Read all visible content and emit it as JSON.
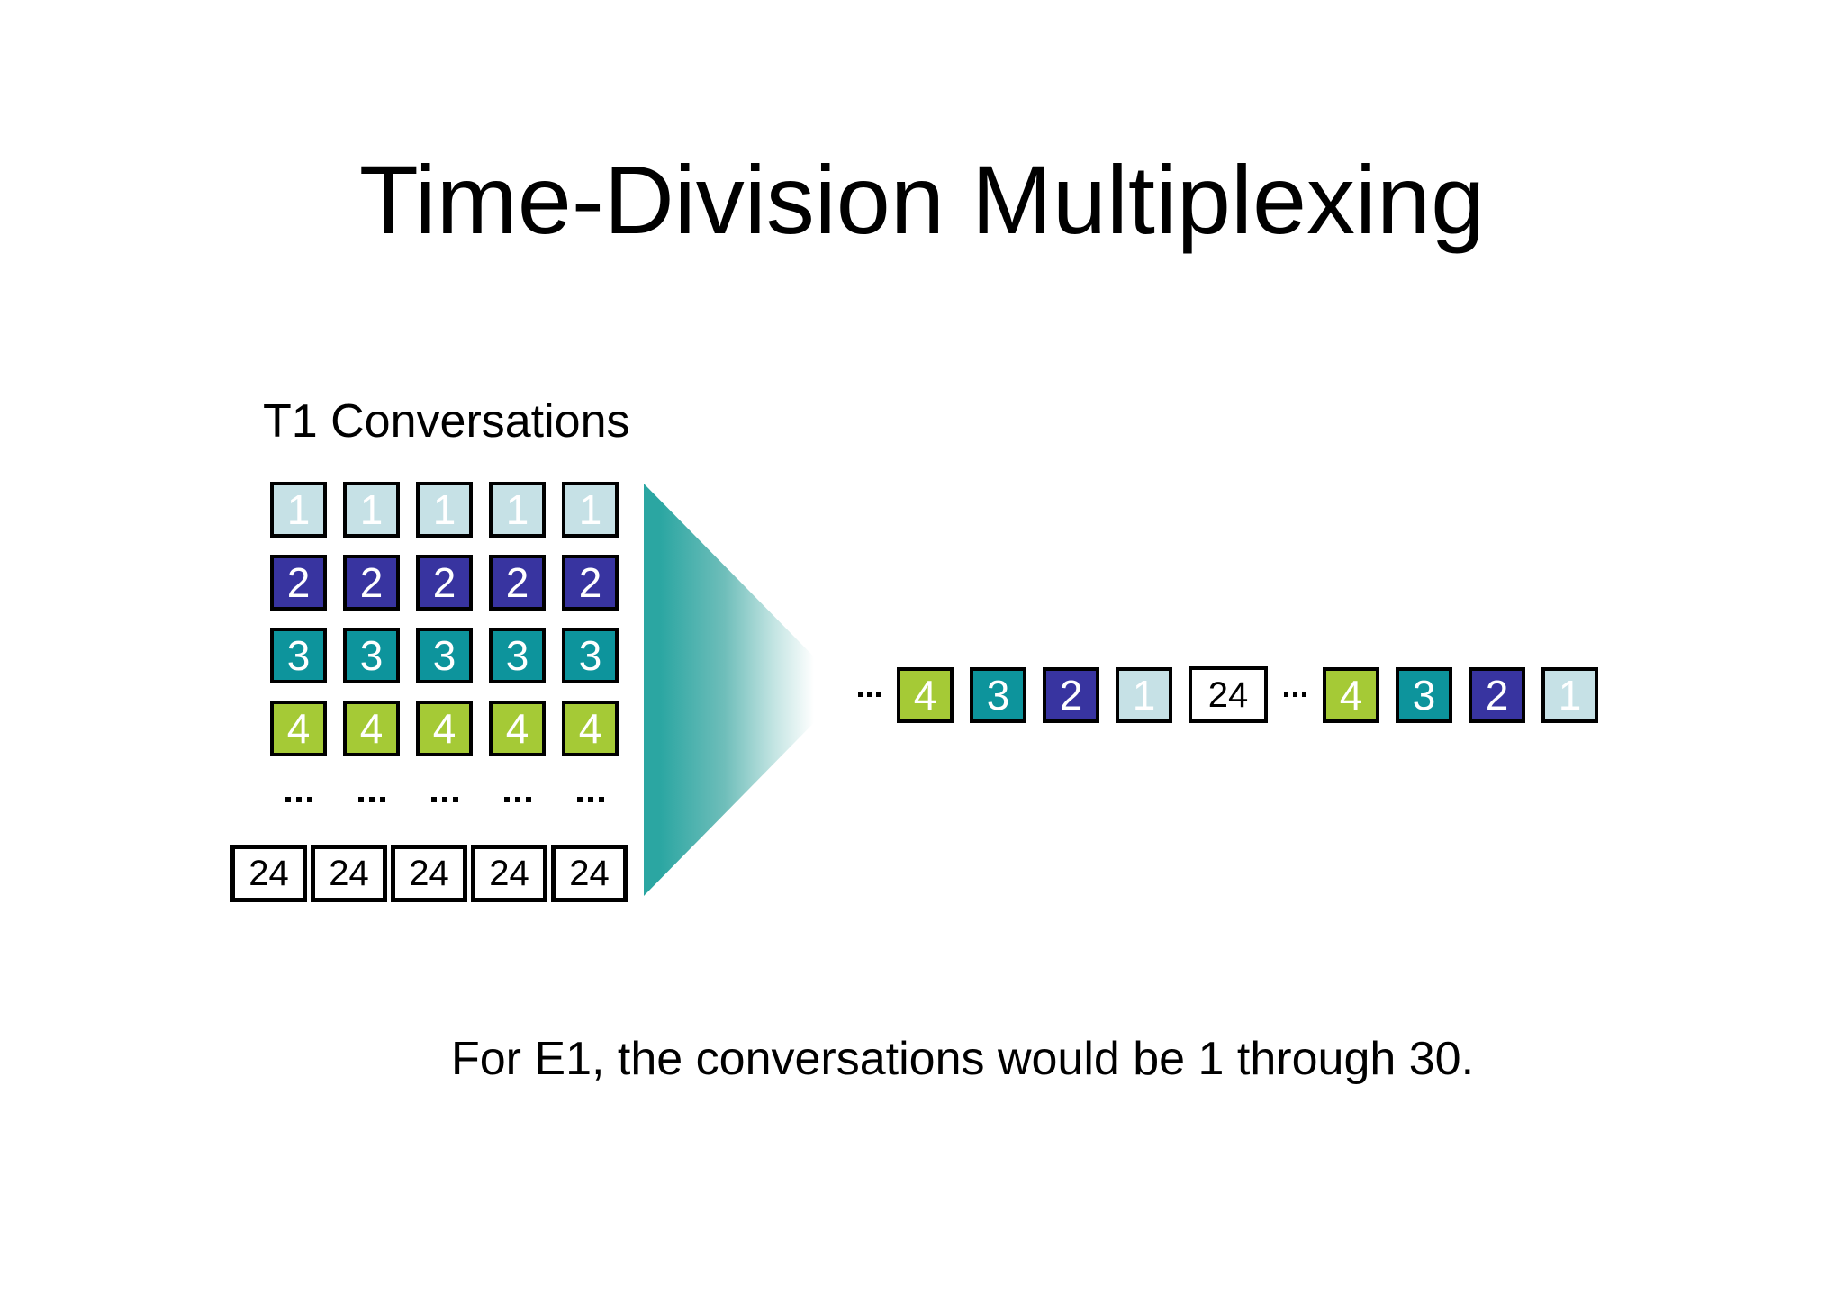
{
  "title": "Time-Division Multiplexing",
  "caption": "For E1, the conversations would be 1 through 30.",
  "grid": {
    "label": "T1 Conversations",
    "columns": 5,
    "rows": [
      {
        "type": "boxes",
        "label": "1",
        "color_key": "pale_blue",
        "text_color": "#FFFFFF"
      },
      {
        "type": "boxes",
        "label": "2",
        "color_key": "indigo",
        "text_color": "#FFFFFF"
      },
      {
        "type": "boxes",
        "label": "3",
        "color_key": "teal",
        "text_color": "#FFFFFF"
      },
      {
        "type": "boxes",
        "label": "4",
        "color_key": "green",
        "text_color": "#FFFFFF"
      },
      {
        "type": "dots"
      },
      {
        "type": "boxes",
        "label": "24",
        "color_key": "white",
        "text_color": "#000000",
        "wide": true
      }
    ]
  },
  "sequence": {
    "items": [
      {
        "type": "dots"
      },
      {
        "type": "box",
        "label": "4",
        "color_key": "green",
        "text_color": "#FFFFFF"
      },
      {
        "type": "box",
        "label": "3",
        "color_key": "teal",
        "text_color": "#FFFFFF"
      },
      {
        "type": "box",
        "label": "2",
        "color_key": "indigo",
        "text_color": "#FFFFFF"
      },
      {
        "type": "box",
        "label": "1",
        "color_key": "pale_blue",
        "text_color": "#FFFFFF"
      },
      {
        "type": "box",
        "label": "24",
        "color_key": "white",
        "text_color": "#000000",
        "wide": true
      },
      {
        "type": "dots"
      },
      {
        "type": "box",
        "label": "4",
        "color_key": "green",
        "text_color": "#FFFFFF"
      },
      {
        "type": "box",
        "label": "3",
        "color_key": "teal",
        "text_color": "#FFFFFF"
      },
      {
        "type": "box",
        "label": "2",
        "color_key": "indigo",
        "text_color": "#FFFFFF"
      },
      {
        "type": "box",
        "label": "1",
        "color_key": "pale_blue",
        "text_color": "#FFFFFF"
      }
    ]
  },
  "colors": {
    "pale_blue": "#C6E1E6",
    "indigo": "#3834A0",
    "teal": "#0D949C",
    "green": "#A5CA36",
    "white": "#FFFFFF",
    "box_border": "#000000",
    "triangle_teal": "#2BA6A2",
    "text_black": "#000000"
  }
}
